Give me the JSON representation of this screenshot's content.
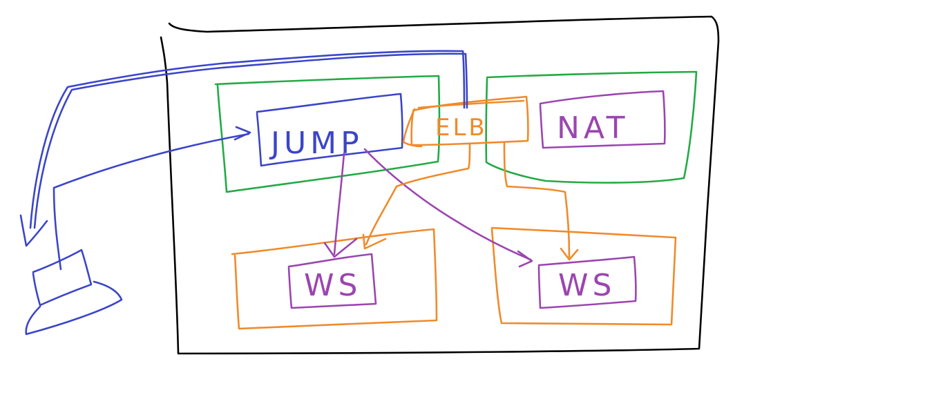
{
  "diagram": {
    "labels": {
      "jump": "JUMP",
      "elb": "ELB",
      "nat": "NAT",
      "ws_left": "WS",
      "ws_right": "WS"
    },
    "colors": {
      "outer": "#000000",
      "public_subnet": "#22aa44",
      "private_subnet": "#f08a2a",
      "jump": "#3b45c8",
      "elb": "#f08a2a",
      "nat_ws": "#9b45b0",
      "user_link": "#3b45c8"
    },
    "icons": {
      "user": "laptop-icon"
    }
  }
}
